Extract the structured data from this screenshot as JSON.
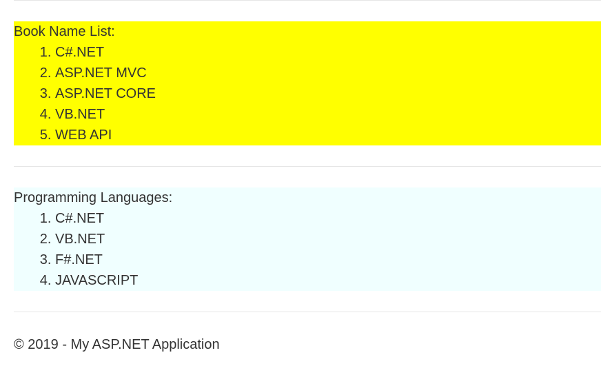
{
  "books": {
    "title": "Book Name List:",
    "items": [
      "C#.NET",
      "ASP.NET MVC",
      "ASP.NET CORE",
      "VB.NET",
      "WEB API"
    ]
  },
  "languages": {
    "title": "Programming Languages:",
    "items": [
      "C#.NET",
      "VB.NET",
      "F#.NET",
      "JAVASCRIPT"
    ]
  },
  "footer": {
    "text": "© 2019 - My ASP.NET Application"
  },
  "colors": {
    "books_bg": "#ffff00",
    "languages_bg": "#f0ffff",
    "text": "#333333",
    "rule": "#e6e6e6"
  }
}
